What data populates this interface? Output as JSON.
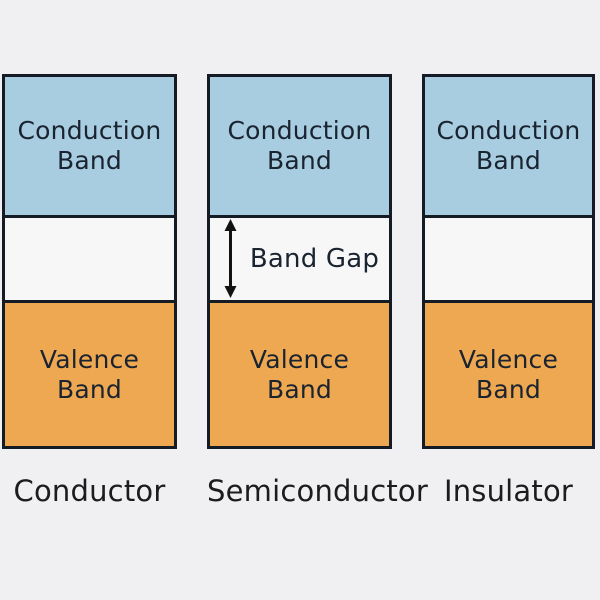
{
  "diagram": {
    "type": "energy-band-diagram",
    "colors": {
      "background": "#f0eff1",
      "conduction_fill": "#a8cde0",
      "valence_fill": "#eea851",
      "gap_fill": "#f7f7f8",
      "border": "#141b24",
      "band_text": "#1a2330",
      "label_text": "#1c1c1c",
      "arrow": "#121212"
    },
    "bands": {
      "conduction": {
        "line1": "Conduction",
        "line2": "Band"
      },
      "valence": {
        "line1": "Valence",
        "line2": "Band"
      }
    },
    "band_gap_label": "Band Gap",
    "columns": [
      {
        "label": "Conductor"
      },
      {
        "label": "Semiconductor"
      },
      {
        "label": "Insulator"
      }
    ]
  }
}
